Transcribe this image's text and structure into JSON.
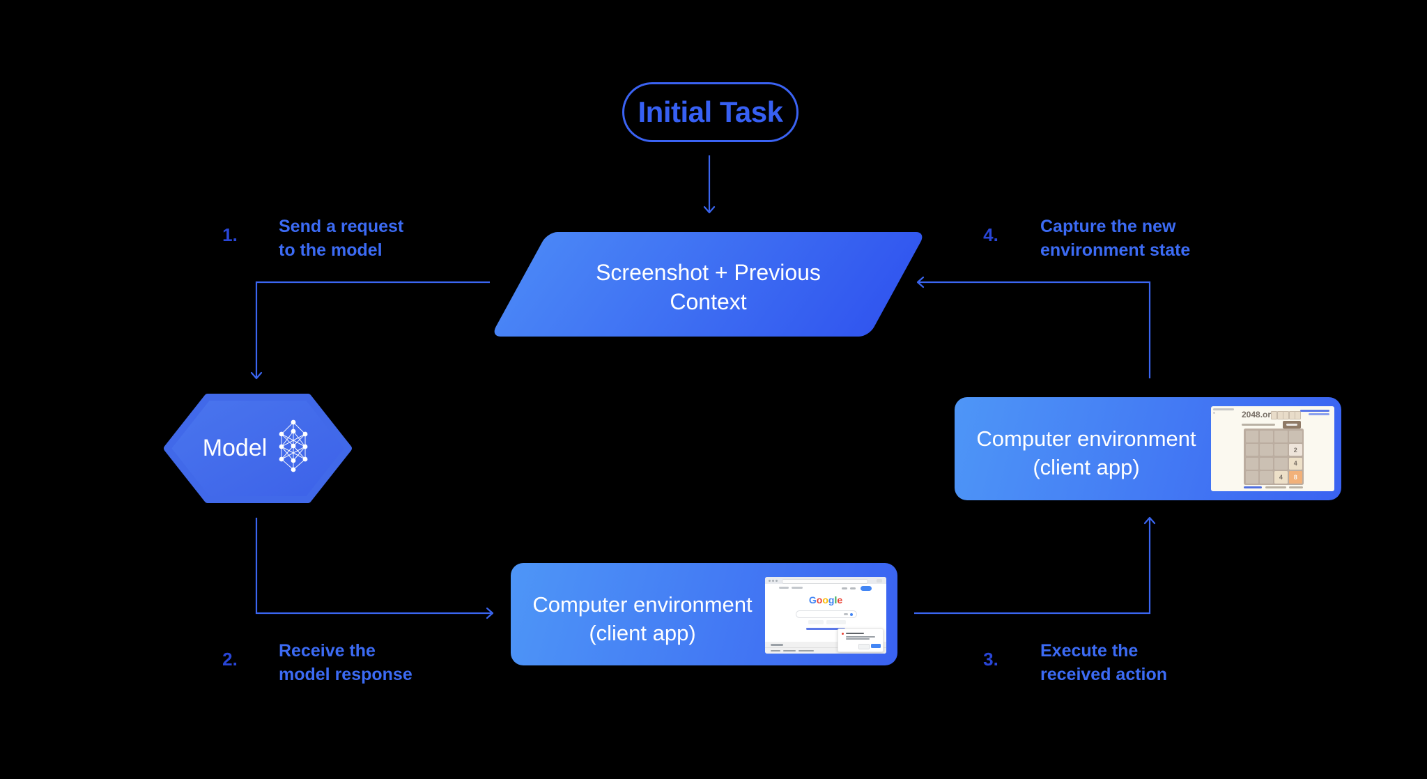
{
  "colors": {
    "background": "#000000",
    "arrow_blue": "#3b66f1",
    "pill_outline_blue": "#3b63f3",
    "step_number_blue": "#2946d7",
    "step_label_blue": "#3c6bf4",
    "node_gradient_start": "#4e96f7",
    "node_gradient_end": "#3156ef",
    "hexagon_blue": "#4169e9",
    "google_blue": "#4285F4",
    "google_red": "#EA4335",
    "google_yellow": "#FBBC05",
    "google_green": "#34A853",
    "board_bg": "#bbada0",
    "tile_2": "#eee4da",
    "tile_4": "#ede0c8",
    "tile_8": "#f2b179",
    "new_game_button_brown": "#8f7a66"
  },
  "nodes": {
    "initial_task": {
      "label": "Initial Task"
    },
    "context": {
      "line1": "Screenshot + Previous",
      "line2": "Context"
    },
    "model": {
      "label": "Model"
    },
    "env_bottom": {
      "line1": "Computer environment",
      "line2": "(client app)"
    },
    "env_right": {
      "line1": "Computer environment",
      "line2": "(client app)"
    }
  },
  "steps": [
    {
      "num": "1.",
      "line1": "Send a request",
      "line2": "to the model"
    },
    {
      "num": "2.",
      "line1": "Receive the",
      "line2": "model response"
    },
    {
      "num": "3.",
      "line1": "Execute the",
      "line2": "received action"
    },
    {
      "num": "4.",
      "line1": "Capture the new",
      "line2": "environment state"
    }
  ],
  "mini_google": {
    "logo": [
      "G",
      "o",
      "o",
      "g",
      "l",
      "e"
    ]
  },
  "mini_2048": {
    "title": "2048.org",
    "tiles": [
      "2",
      "4",
      "4",
      "8"
    ]
  }
}
